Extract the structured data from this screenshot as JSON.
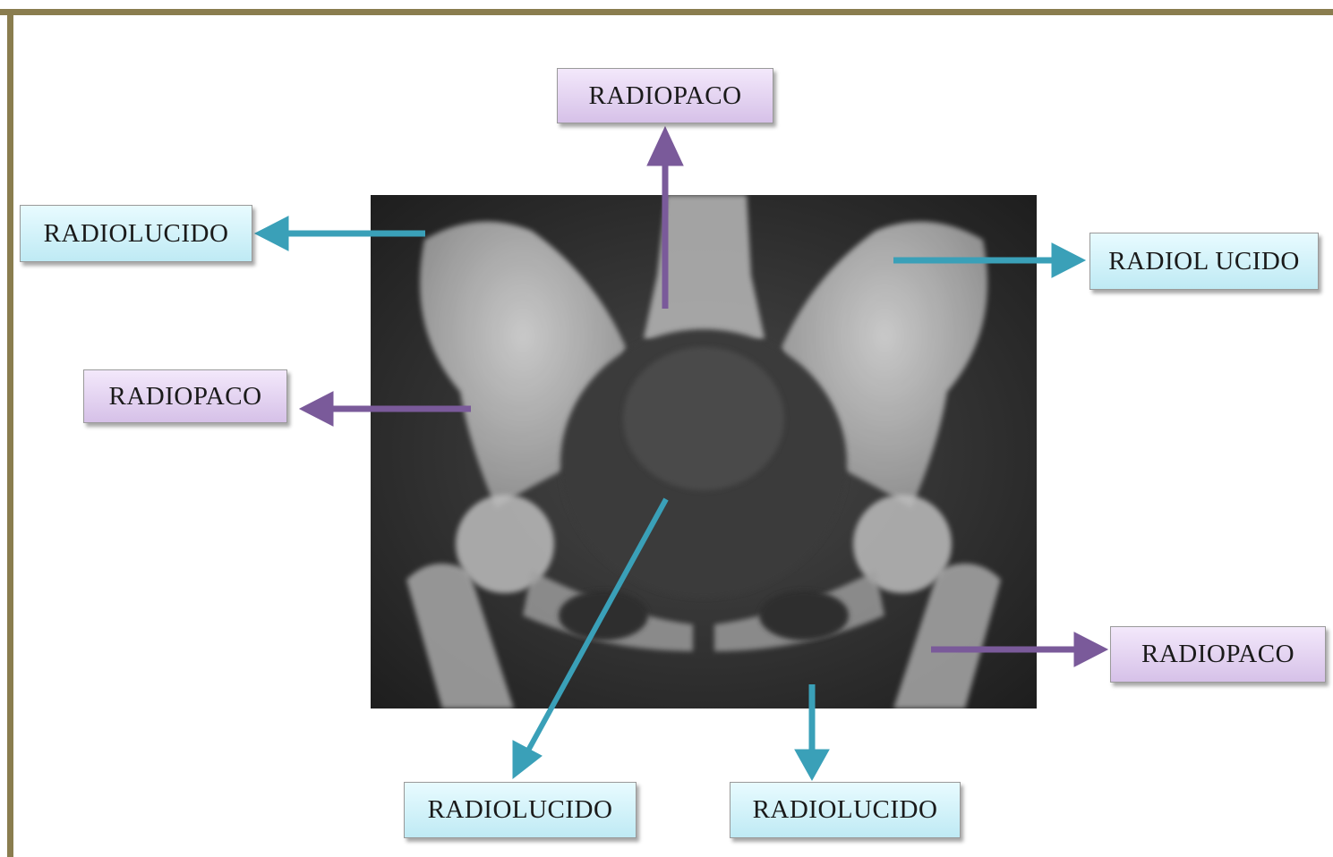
{
  "colors": {
    "frame": "#8a7d4f",
    "label_purple": "#d6c1e8",
    "label_cyan": "#bfeaf4",
    "arrow_purple": "#7a5a9a",
    "arrow_cyan": "#3aa0b8"
  },
  "labels": {
    "top_radiopaco": "RADIOPACO",
    "left_top_radiolucido": "RADIOLUCIDO",
    "right_top_radiolucido": "RADIOL UCIDO",
    "left_mid_radiopaco": "RADIOPACO",
    "right_low_radiopaco": "RADIOPACO",
    "bottom_left_radiolucido": "RADIOLUCIDO",
    "bottom_right_radiolucido": "RADIOLUCIDO"
  }
}
